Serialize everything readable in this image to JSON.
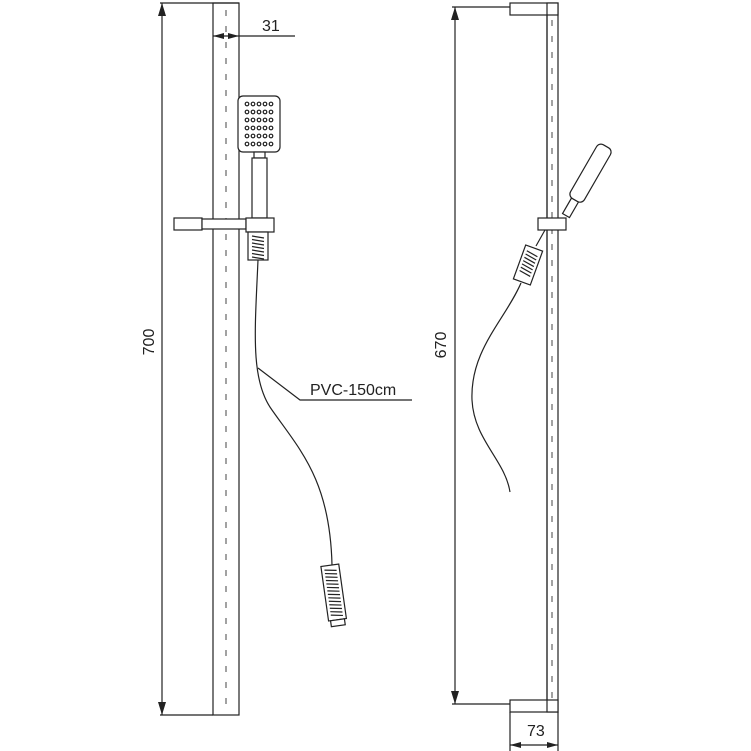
{
  "dimensions": {
    "rail_width": "31",
    "rail_height_left": "700",
    "hose_label": "PVC-150cm",
    "rail_height_right": "670",
    "bracket_depth": "73"
  },
  "colors": {
    "line": "#222222",
    "background": "#ffffff"
  }
}
